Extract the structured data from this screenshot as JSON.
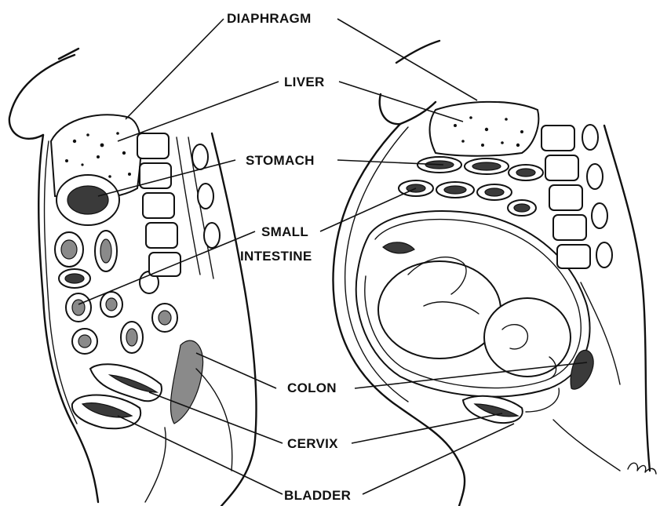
{
  "labels": {
    "diaphragm": "DIAPHRAGM",
    "liver": "LIVER",
    "stomach": "STOMACH",
    "small_intestine_1": "SMALL",
    "small_intestine_2": "INTESTINE",
    "colon": "COLON",
    "cervix": "CERVIX",
    "bladder": "BLADDER"
  },
  "panels": [
    "non-pregnant abdomen cross-section",
    "pregnant abdomen cross-section"
  ]
}
